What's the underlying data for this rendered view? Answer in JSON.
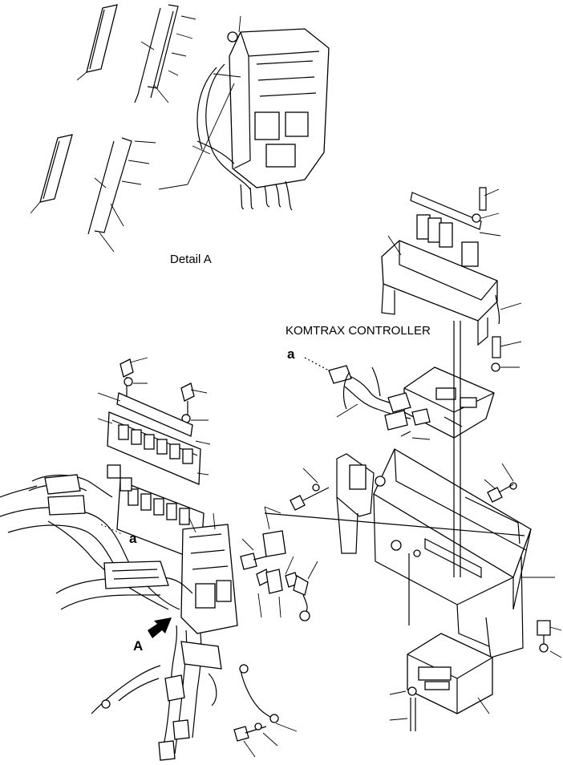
{
  "labels": {
    "detail_a": "Detail A",
    "komtrax_controller": "KOMTRAX CONTROLLER",
    "callout_a_upper": "a",
    "callout_a_lower": "a",
    "view_arrow_a": "A"
  },
  "colors": {
    "ink": "#000000",
    "paper": "#ffffff"
  }
}
